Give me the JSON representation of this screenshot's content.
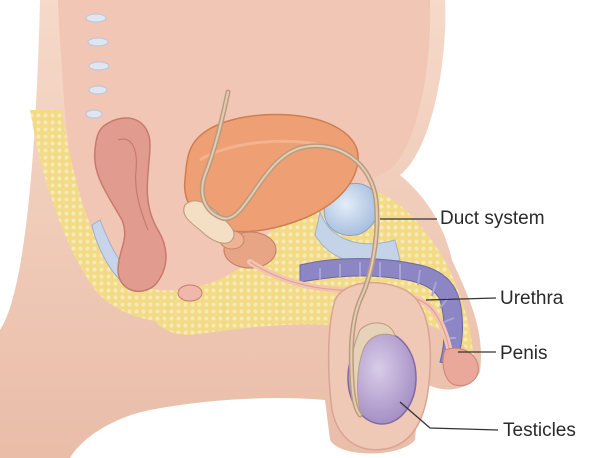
{
  "labels": {
    "duct_system": "Duct system",
    "urethra": "Urethra",
    "penis": "Penis",
    "testicles": "Testicles"
  },
  "colors": {
    "skin": "#f4d2c0",
    "skin_shade": "#e8b8a2",
    "fat": "#f3da86",
    "fat_dot": "#f8eab5",
    "muscle": "#e6a294",
    "bladder": "#ec9d72",
    "spongy_tissue": "#8c86c4",
    "seminal_vesicle": "#c2d4ea",
    "testicle": "#b6a2ce",
    "duct": "#b99b80",
    "leader_line": "#333333"
  }
}
